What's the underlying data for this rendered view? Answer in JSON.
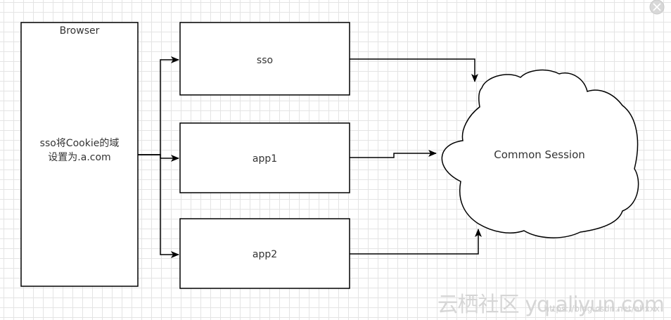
{
  "diagram": {
    "browser": {
      "title": "Browser",
      "note_line1": "sso将Cookie的域",
      "note_line2": "设置为.a.com"
    },
    "nodes": {
      "sso": "sso",
      "app1": "app1",
      "app2": "app2"
    },
    "session": {
      "label": "Common Session"
    }
  },
  "watermark": {
    "main": "云栖社区 yq.aliyun.com",
    "sub": "https://blog.csdn.net/ahxxx"
  },
  "colors": {
    "stroke": "#000000",
    "text": "#333333",
    "grid": "#e4e4e4"
  },
  "icons": {
    "close": "close-icon"
  }
}
